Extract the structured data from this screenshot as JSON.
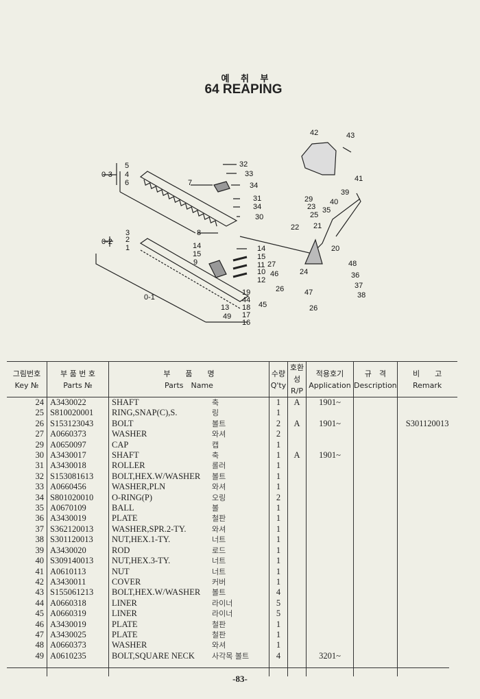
{
  "title_ko": "예 취 부",
  "title": "64 REAPING",
  "callouts": [
    "42",
    "43",
    "41",
    "39",
    "40",
    "35",
    "29",
    "23",
    "25",
    "21",
    "22",
    "20",
    "48",
    "36",
    "37",
    "38",
    "27",
    "24",
    "46",
    "47",
    "26",
    "26",
    "32",
    "33",
    "34",
    "31",
    "34",
    "30",
    "7",
    "5",
    "4",
    "6",
    "0-3",
    "8",
    "3",
    "2",
    "1",
    "0-2",
    "14",
    "15",
    "9",
    "14",
    "15",
    "11",
    "10",
    "12",
    "19",
    "44",
    "18",
    "17",
    "16",
    "13",
    "49",
    "45",
    "0-1"
  ],
  "table": {
    "headers": [
      {
        "ko": "그림번호",
        "en": "Key №"
      },
      {
        "ko": "부 품 번 호",
        "en": "Parts №"
      },
      {
        "ko": "부　　품　　명",
        "en": "Parts　Name"
      },
      {
        "ko": "수량",
        "en": "Q'ty"
      },
      {
        "ko": "호환성",
        "en": "R/P"
      },
      {
        "ko": "적용호기",
        "en": "Application"
      },
      {
        "ko": "규　격",
        "en": "Description"
      },
      {
        "ko": "비　　고",
        "en": "Remark"
      }
    ],
    "rows": [
      {
        "key": "24",
        "part": "A3430022",
        "name": "SHAFT",
        "ko": "축",
        "qty": "1",
        "rp": "A",
        "app": "1901~",
        "desc": "",
        "remark": ""
      },
      {
        "key": "25",
        "part": "S810020001",
        "name": "RING,SNAP(C),S.",
        "ko": "링",
        "qty": "1",
        "rp": "",
        "app": "",
        "desc": "",
        "remark": ""
      },
      {
        "key": "26",
        "part": "S153123043",
        "name": "BOLT",
        "ko": "볼트",
        "qty": "2",
        "rp": "A",
        "app": "1901~",
        "desc": "",
        "remark": "S301120013"
      },
      {
        "key": "27",
        "part": "A0660373",
        "name": "WASHER",
        "ko": "와셔",
        "qty": "2",
        "rp": "",
        "app": "",
        "desc": "",
        "remark": ""
      },
      {
        "key": "29",
        "part": "A0650097",
        "name": "CAP",
        "ko": "캡",
        "qty": "1",
        "rp": "",
        "app": "",
        "desc": "",
        "remark": ""
      },
      {
        "key": "30",
        "part": "A3430017",
        "name": "SHAFT",
        "ko": "축",
        "qty": "1",
        "rp": "A",
        "app": "1901~",
        "desc": "",
        "remark": ""
      },
      {
        "key": "31",
        "part": "A3430018",
        "name": "ROLLER",
        "ko": "롤러",
        "qty": "1",
        "rp": "",
        "app": "",
        "desc": "",
        "remark": ""
      },
      {
        "key": "32",
        "part": "S153081613",
        "name": "BOLT,HEX.W/WASHER",
        "ko": "볼트",
        "qty": "1",
        "rp": "",
        "app": "",
        "desc": "",
        "remark": ""
      },
      {
        "key": "33",
        "part": "A0660456",
        "name": "WASHER,PLN",
        "ko": "와셔",
        "qty": "1",
        "rp": "",
        "app": "",
        "desc": "",
        "remark": ""
      },
      {
        "key": "34",
        "part": "S801020010",
        "name": "O-RING(P)",
        "ko": "오링",
        "qty": "2",
        "rp": "",
        "app": "",
        "desc": "",
        "remark": ""
      },
      {
        "key": "35",
        "part": "A0670109",
        "name": "BALL",
        "ko": "볼",
        "qty": "1",
        "rp": "",
        "app": "",
        "desc": "",
        "remark": ""
      },
      {
        "key": "36",
        "part": "A3430019",
        "name": "PLATE",
        "ko": "철판",
        "qty": "1",
        "rp": "",
        "app": "",
        "desc": "",
        "remark": ""
      },
      {
        "key": "37",
        "part": "S362120013",
        "name": "WASHER,SPR.2-TY.",
        "ko": "와셔",
        "qty": "1",
        "rp": "",
        "app": "",
        "desc": "",
        "remark": ""
      },
      {
        "key": "38",
        "part": "S301120013",
        "name": "NUT,HEX.1-TY.",
        "ko": "너트",
        "qty": "1",
        "rp": "",
        "app": "",
        "desc": "",
        "remark": ""
      },
      {
        "key": "39",
        "part": "A3430020",
        "name": "ROD",
        "ko": "로드",
        "qty": "1",
        "rp": "",
        "app": "",
        "desc": "",
        "remark": ""
      },
      {
        "key": "40",
        "part": "S309140013",
        "name": "NUT,HEX.3-TY.",
        "ko": "너트",
        "qty": "1",
        "rp": "",
        "app": "",
        "desc": "",
        "remark": ""
      },
      {
        "key": "41",
        "part": "A0610113",
        "name": "NUT",
        "ko": "너트",
        "qty": "1",
        "rp": "",
        "app": "",
        "desc": "",
        "remark": ""
      },
      {
        "key": "42",
        "part": "A3430011",
        "name": "COVER",
        "ko": "커버",
        "qty": "1",
        "rp": "",
        "app": "",
        "desc": "",
        "remark": ""
      },
      {
        "key": "43",
        "part": "S155061213",
        "name": "BOLT,HEX.W/WASHER",
        "ko": "볼트",
        "qty": "4",
        "rp": "",
        "app": "",
        "desc": "",
        "remark": ""
      },
      {
        "key": "44",
        "part": "A0660318",
        "name": "LINER",
        "ko": "라이너",
        "qty": "5",
        "rp": "",
        "app": "",
        "desc": "",
        "remark": ""
      },
      {
        "key": "45",
        "part": "A0660319",
        "name": "LINER",
        "ko": "라이너",
        "qty": "5",
        "rp": "",
        "app": "",
        "desc": "",
        "remark": ""
      },
      {
        "key": "46",
        "part": "A3430019",
        "name": "PLATE",
        "ko": "철판",
        "qty": "1",
        "rp": "",
        "app": "",
        "desc": "",
        "remark": ""
      },
      {
        "key": "47",
        "part": "A3430025",
        "name": "PLATE",
        "ko": "철판",
        "qty": "1",
        "rp": "",
        "app": "",
        "desc": "",
        "remark": ""
      },
      {
        "key": "48",
        "part": "A0660373",
        "name": "WASHER",
        "ko": "와셔",
        "qty": "1",
        "rp": "",
        "app": "",
        "desc": "",
        "remark": ""
      },
      {
        "key": "49",
        "part": "A0610235",
        "name": "BOLT,SQUARE NECK",
        "ko": "사각목 볼트",
        "qty": "4",
        "rp": "",
        "app": "3201~",
        "desc": "",
        "remark": ""
      }
    ]
  },
  "page_number": "-83-"
}
